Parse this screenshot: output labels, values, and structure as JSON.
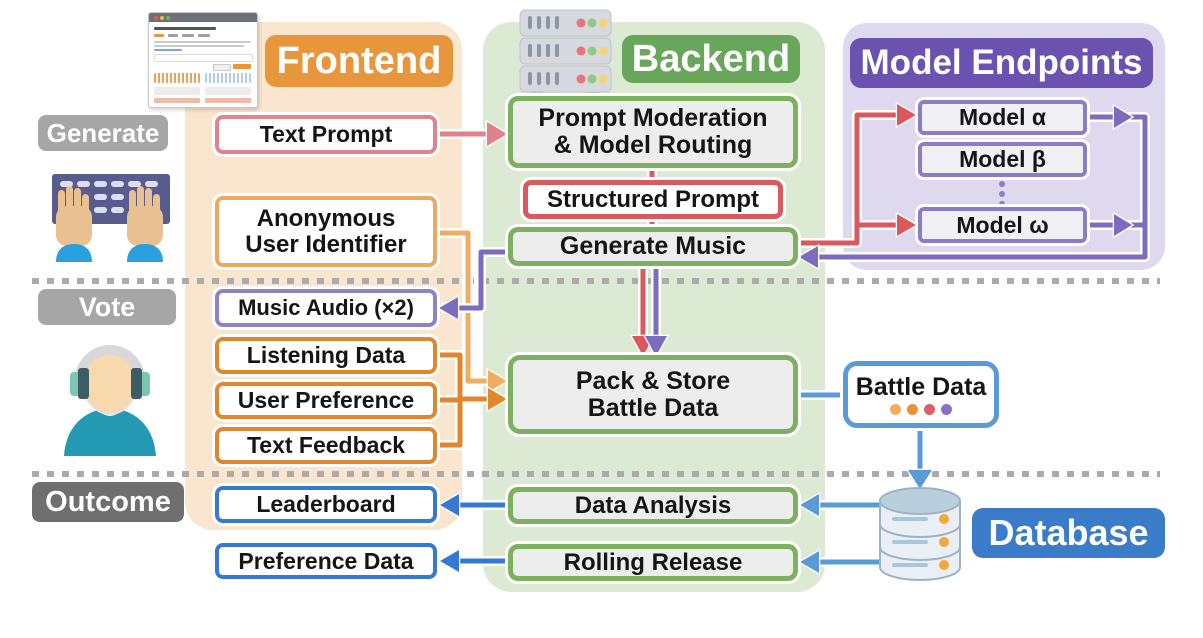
{
  "sections": {
    "frontend": {
      "title": "Frontend"
    },
    "backend": {
      "title": "Backend"
    },
    "model_endpoints": {
      "title": "Model Endpoints"
    },
    "database": {
      "title": "Database"
    }
  },
  "stages": {
    "generate": "Generate",
    "vote": "Vote",
    "outcome": "Outcome"
  },
  "frontend": {
    "text_prompt": "Text Prompt",
    "anonymous_line1": "Anonymous",
    "anonymous_line2": "User Identifier",
    "music_audio": "Music Audio (×2)",
    "listening_data": "Listening Data",
    "user_preference": "User Preference",
    "text_feedback": "Text Feedback",
    "leaderboard": "Leaderboard",
    "preference_data": "Preference Data"
  },
  "backend": {
    "prompt_moderation_line1": "Prompt Moderation",
    "prompt_moderation_line2": "& Model Routing",
    "structured_prompt": "Structured Prompt",
    "generate_music": "Generate Music",
    "pack_store_line1": "Pack & Store",
    "pack_store_line2": "Battle Data",
    "data_analysis": "Data Analysis",
    "rolling_release": "Rolling Release"
  },
  "models": {
    "alpha": "Model α",
    "beta": "Model β",
    "omega": "Model ω"
  },
  "battle_data": {
    "label": "Battle Data",
    "dot_colors": [
      "#f2ae5c",
      "#e8923a",
      "#dd5f6d",
      "#8a6fc8"
    ]
  },
  "flows": [
    {
      "from": "Text Prompt",
      "to": "Prompt Moderation & Model Routing",
      "color": "#e0808a"
    },
    {
      "from": "Prompt Moderation & Model Routing",
      "to": "Structured Prompt",
      "color": "#d9595f"
    },
    {
      "from": "Structured Prompt",
      "to": "Generate Music",
      "color": "#d9595f"
    },
    {
      "from": "Generate Music",
      "to": "Model α / Model ω",
      "color": "#d9595f"
    },
    {
      "from": "Model α / Model ω",
      "to": "Generate Music",
      "color": "#7b6cbd"
    },
    {
      "from": "Generate Music",
      "to": "Music Audio (×2)",
      "color": "#7b6cbd"
    },
    {
      "from": "Generate Music",
      "to": "Pack & Store Battle Data",
      "color": "#d9595f,#7b6cbd"
    },
    {
      "from": "Anonymous User Identifier",
      "to": "Pack & Store Battle Data",
      "color": "#f0ad61"
    },
    {
      "from": "Listening Data / User Preference / Text Feedback",
      "to": "Pack & Store Battle Data",
      "color": "#e0862c"
    },
    {
      "from": "Pack & Store Battle Data",
      "to": "Battle Data",
      "color": "#5b9bd5"
    },
    {
      "from": "Battle Data",
      "to": "Database",
      "color": "#5b9bd5"
    },
    {
      "from": "Database",
      "to": "Data Analysis",
      "color": "#5b9bd5"
    },
    {
      "from": "Database",
      "to": "Rolling Release",
      "color": "#5b9bd5"
    },
    {
      "from": "Data Analysis",
      "to": "Leaderboard",
      "color": "#3a7bd5"
    },
    {
      "from": "Rolling Release",
      "to": "Preference Data",
      "color": "#3a7bd5"
    }
  ],
  "colors": {
    "frontend_panel": "#fae6ce",
    "frontend_header": "#e8963c",
    "backend_panel": "#dcead3",
    "backend_header": "#68a759",
    "backend_box_border": "#7cb15f",
    "box_fill": "#ededed",
    "model_panel": "#ded9ee",
    "model_header": "#6a52b0",
    "model_box_border": "#8b7dc8",
    "stage_label_bg": "#a6a6a6",
    "outcome_label_bg": "#6f6f6f",
    "text_prompt_border": "#e0838d",
    "structured_red": "#d9595f",
    "orange_dark": "#e0862c",
    "orange_light": "#f0ad61",
    "purple_connector": "#7b6cbd",
    "blue_light": "#5b9bd5",
    "blue_dark": "#3579d2",
    "database_blue": "#3a7cc8",
    "dotted_line": "#ababab"
  },
  "icons": {
    "frontend_preview": "browser-screenshot-icon",
    "generate": "keyboard-typing-icon",
    "vote": "listener-headphones-icon",
    "backend": "server-rack-icon",
    "database": "database-cylinder-icon"
  }
}
